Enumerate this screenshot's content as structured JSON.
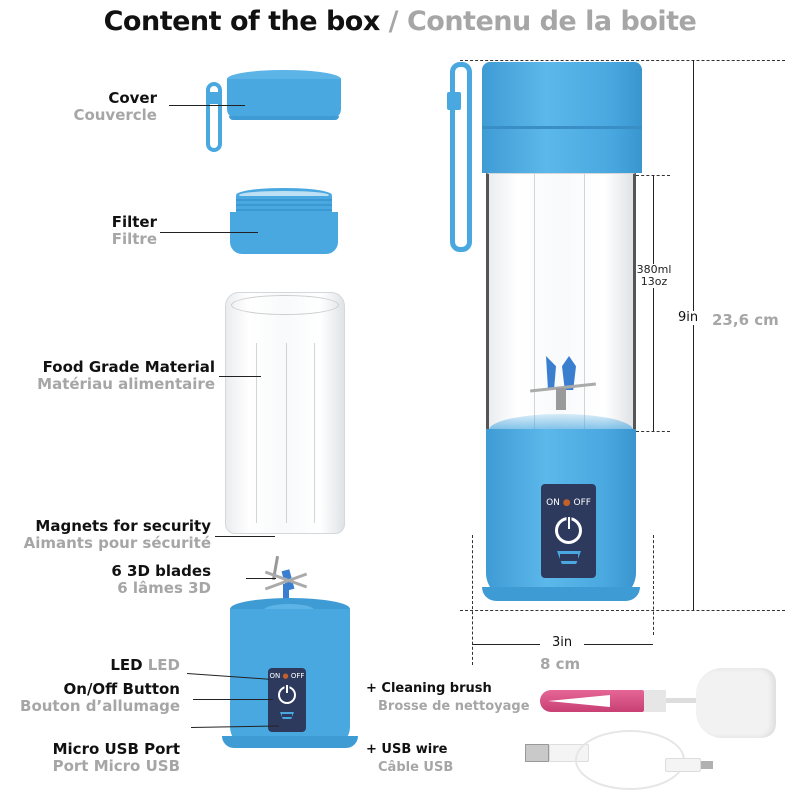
{
  "header": {
    "title_en": "Content of the box",
    "separator": " / ",
    "title_fr": "Contenu de la boite"
  },
  "parts": [
    {
      "en": "Cover",
      "fr": "Couvercle"
    },
    {
      "en": "Filter",
      "fr": "Filtre"
    },
    {
      "en": "Food Grade Material",
      "fr": "Matériau alimentaire"
    },
    {
      "en": "Magnets for security",
      "fr": "Aimants pour sécurité"
    },
    {
      "en": "6 3D blades",
      "fr": "6 lâmes 3D"
    },
    {
      "en": "LED",
      "fr": "LED"
    },
    {
      "en": "On/Off Button",
      "fr": "Bouton d’allumage"
    },
    {
      "en": "Micro USB Port",
      "fr": "Port Micro USB"
    }
  ],
  "extras": [
    {
      "en": "+ Cleaning brush",
      "fr": "Brosse de nettoyage"
    },
    {
      "en": "+ USB wire",
      "fr": "Câble USB"
    }
  ],
  "control_panel": {
    "on": "ON",
    "led_dot": "●",
    "off": "OFF"
  },
  "dimensions": {
    "capacity_ml": "380ml",
    "capacity_oz": "13oz",
    "height_in": "9in",
    "height_cm": "23,6 cm",
    "width_in": "3in",
    "width_cm": "8 cm"
  },
  "colors": {
    "product_blue": "#4aa8e0",
    "panel_navy": "#2d3a5e",
    "brush_pink": "#d8487f",
    "label_gray": "#a6a6a6",
    "label_black": "#111111"
  }
}
